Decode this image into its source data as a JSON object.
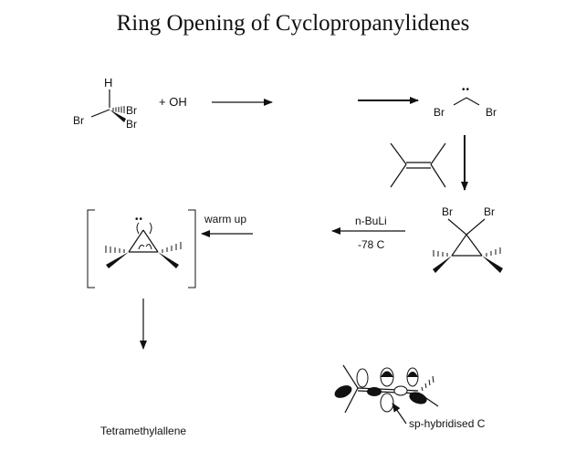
{
  "title": "Ring Opening of Cyclopropanylidenes",
  "bromoform": {
    "h": "H",
    "br1": "Br",
    "br2": "Br",
    "br3": "Br"
  },
  "reagent": "+ OH",
  "carbene": {
    "br_left": "Br",
    "br_right": "Br",
    "lone_pair": "••"
  },
  "cyclopropane": {
    "br_left": "Br",
    "br_right": "Br"
  },
  "step_nbuli": {
    "reagent": "n-BuLi",
    "condition": "-78 C"
  },
  "step_warm": {
    "label": "warm up"
  },
  "carbene_lone_pair": "••",
  "product": {
    "name": "Tetramethylallene"
  },
  "orbital_note": "sp-hybridised C"
}
